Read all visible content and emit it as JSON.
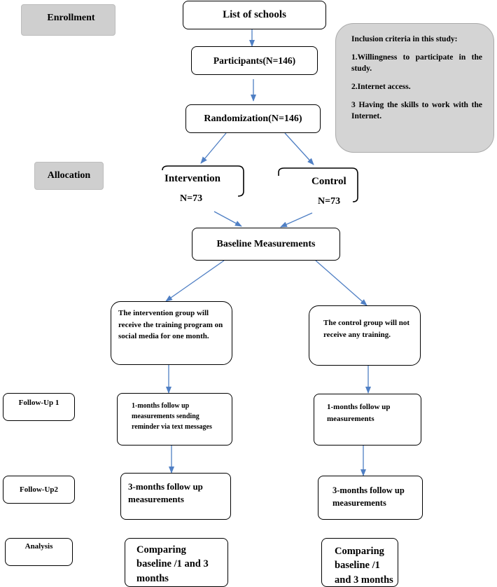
{
  "stages": {
    "enrollment": "Enrollment",
    "allocation": "Allocation",
    "follow_up_1": "Follow-Up 1",
    "follow_up_2": "Follow-Up2",
    "analysis": "Analysis"
  },
  "nodes": {
    "list_of_schools": "List of schools",
    "participants": "Participants(N=146)",
    "randomization": "Randomization(N=146)",
    "intervention_label": "Intervention",
    "intervention_n": "N=73",
    "control_label": "Control",
    "control_n": "N=73",
    "baseline": "Baseline Measurements",
    "intervention_desc": "The intervention group will receive the training program on social media for one month.",
    "control_desc": "The control group will not receive any training.",
    "int_followup1": "1-months follow up measurements sending reminder via text messages",
    "ctl_followup1": "1-months follow up measurements",
    "int_followup2": "3-months follow up measurements",
    "ctl_followup2": "3-months follow up measurements",
    "int_analysis": "Comparing baseline /1 and 3 months",
    "ctl_analysis": "Comparing baseline /1 and 3 months"
  },
  "inclusion": {
    "title": "Inclusion criteria in this study:",
    "items": [
      "1.Willingness to participate in the study.",
      "2.Internet access.",
      "3  Having the skills to work with the Internet."
    ]
  },
  "colors": {
    "arrow": "#4f7fc4",
    "stage_fill": "#cfcfcf",
    "criteria_fill": "#d4d4d4"
  }
}
